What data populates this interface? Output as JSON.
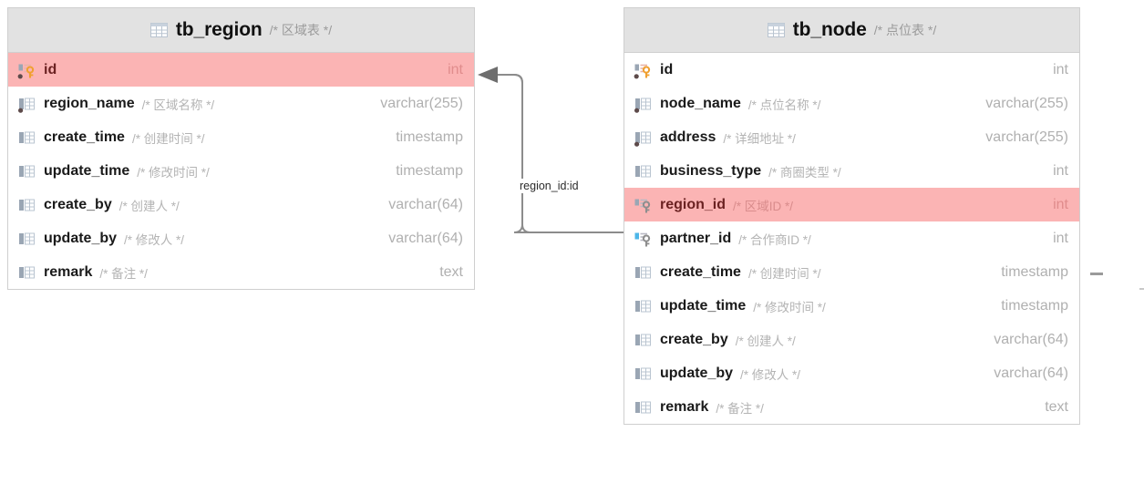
{
  "diagram": {
    "type": "er-diagram",
    "background": "#ffffff",
    "header_bg": "#e2e2e2",
    "highlight_bg": "#fbb4b4",
    "border_color": "#cfcfcf",
    "connector_color": "#8c8c8c"
  },
  "tables": [
    {
      "name": "tb_region",
      "comment": "/* 区域表 */",
      "icon": "table-icon",
      "columns": [
        {
          "name": "id",
          "comment": "/* */",
          "type": "int",
          "icon": "primary-key-icon",
          "highlight": true,
          "not_null": true,
          "key": "pk",
          "show_comment": false
        },
        {
          "name": "region_name",
          "comment": "/* 区域名称 */",
          "type": "varchar(255)",
          "icon": "column-icon",
          "highlight": false,
          "not_null": true,
          "key": "",
          "show_comment": true
        },
        {
          "name": "create_time",
          "comment": "/* 创建时间 */",
          "type": "timestamp",
          "icon": "column-icon",
          "highlight": false,
          "not_null": false,
          "key": "",
          "show_comment": true
        },
        {
          "name": "update_time",
          "comment": "/* 修改时间 */",
          "type": "timestamp",
          "icon": "column-icon",
          "highlight": false,
          "not_null": false,
          "key": "",
          "show_comment": true
        },
        {
          "name": "create_by",
          "comment": "/* 创建人 */",
          "type": "varchar(64)",
          "icon": "column-icon",
          "highlight": false,
          "not_null": false,
          "key": "",
          "show_comment": true
        },
        {
          "name": "update_by",
          "comment": "/* 修改人 */",
          "type": "varchar(64)",
          "icon": "column-icon",
          "highlight": false,
          "not_null": false,
          "key": "",
          "show_comment": true
        },
        {
          "name": "remark",
          "comment": "/* 备注 */",
          "type": "text",
          "icon": "column-icon",
          "highlight": false,
          "not_null": false,
          "key": "",
          "show_comment": true
        }
      ]
    },
    {
      "name": "tb_node",
      "comment": "/* 点位表 */",
      "icon": "table-icon",
      "columns": [
        {
          "name": "id",
          "comment": "/* */",
          "type": "int",
          "icon": "primary-key-icon",
          "highlight": false,
          "not_null": true,
          "key": "pk",
          "show_comment": false
        },
        {
          "name": "node_name",
          "comment": "/* 点位名称 */",
          "type": "varchar(255)",
          "icon": "column-icon",
          "highlight": false,
          "not_null": true,
          "key": "",
          "show_comment": true
        },
        {
          "name": "address",
          "comment": "/* 详细地址 */",
          "type": "varchar(255)",
          "icon": "column-icon",
          "highlight": false,
          "not_null": true,
          "key": "",
          "show_comment": true
        },
        {
          "name": "business_type",
          "comment": "/* 商圈类型 */",
          "type": "int",
          "icon": "column-icon",
          "highlight": false,
          "not_null": false,
          "key": "",
          "show_comment": true
        },
        {
          "name": "region_id",
          "comment": "/* 区域ID */",
          "type": "int",
          "icon": "foreign-key-icon",
          "highlight": true,
          "not_null": false,
          "key": "fk",
          "show_comment": true
        },
        {
          "name": "partner_id",
          "comment": "/* 合作商ID */",
          "type": "int",
          "icon": "foreign-key-icon",
          "highlight": false,
          "not_null": false,
          "key": "fk-blue",
          "show_comment": true
        },
        {
          "name": "create_time",
          "comment": "/* 创建时间 */",
          "type": "timestamp",
          "icon": "column-icon",
          "highlight": false,
          "not_null": false,
          "key": "",
          "show_comment": true
        },
        {
          "name": "update_time",
          "comment": "/* 修改时间 */",
          "type": "timestamp",
          "icon": "column-icon",
          "highlight": false,
          "not_null": false,
          "key": "",
          "show_comment": true
        },
        {
          "name": "create_by",
          "comment": "/* 创建人 */",
          "type": "varchar(64)",
          "icon": "column-icon",
          "highlight": false,
          "not_null": false,
          "key": "",
          "show_comment": true
        },
        {
          "name": "update_by",
          "comment": "/* 修改人 */",
          "type": "varchar(64)",
          "icon": "column-icon",
          "highlight": false,
          "not_null": false,
          "key": "",
          "show_comment": true
        },
        {
          "name": "remark",
          "comment": "/* 备注 */",
          "type": "text",
          "icon": "column-icon",
          "highlight": false,
          "not_null": false,
          "key": "",
          "show_comment": true
        }
      ]
    }
  ],
  "relationships": [
    {
      "label": "region_id:id",
      "from_table": "tb_node",
      "from_column": "region_id",
      "to_table": "tb_region",
      "to_column": "id",
      "arrow": "to-target"
    }
  ]
}
